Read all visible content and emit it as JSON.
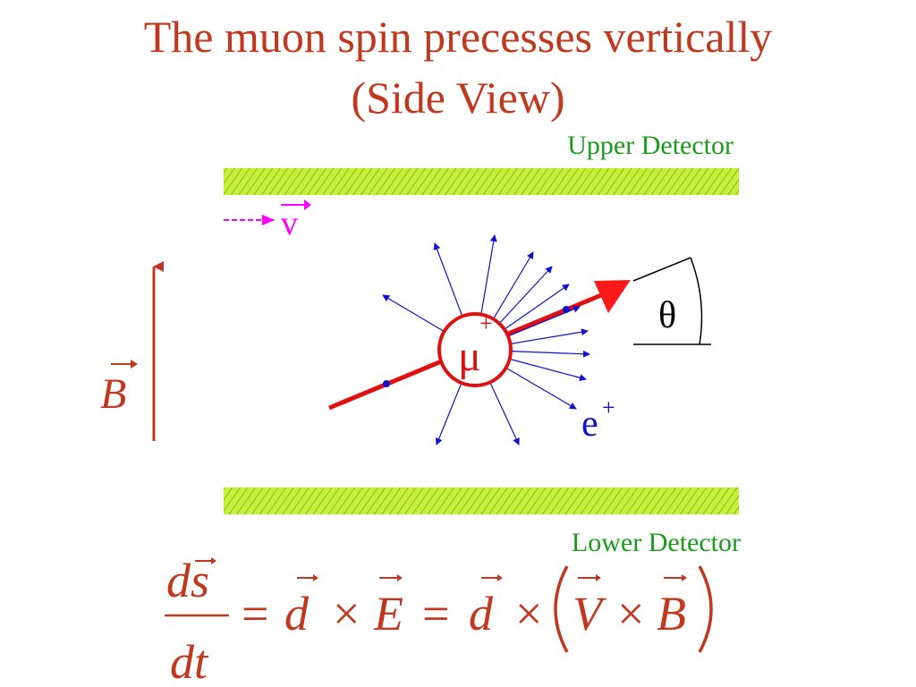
{
  "slide": {
    "title_line1": "The muon spin precesses vertically",
    "title_line2": "(Side View)"
  },
  "diagram": {
    "upper_detector_label": "Upper Detector",
    "lower_detector_label": "Lower Detector",
    "velocity_symbol": "v",
    "field_symbol": "B",
    "angle_symbol": "θ",
    "muon_symbol": "μ",
    "muon_charge": "+",
    "positron_symbol": "e",
    "positron_charge": "+"
  },
  "equation": {
    "numerator": "ds",
    "denominator": "dt",
    "equals_1": "=",
    "d_1": "d",
    "times_1": "×",
    "E": "E",
    "equals_2": "=",
    "d_2": "d",
    "times_2": "×",
    "V": "V",
    "times_3": "×",
    "B": "B"
  },
  "colors": {
    "title": "#c0391f",
    "detector_label": "#1a9a1a",
    "detector_fill": "#c6ee3a",
    "detector_hatch": "#7fbf1d",
    "velocity": "#ff00ff",
    "muon": "#e01010",
    "spin_arrow": "#ff1a1a",
    "decay_ray": "#1010d0",
    "field": "#c0391f",
    "equation": "#c0391f"
  }
}
